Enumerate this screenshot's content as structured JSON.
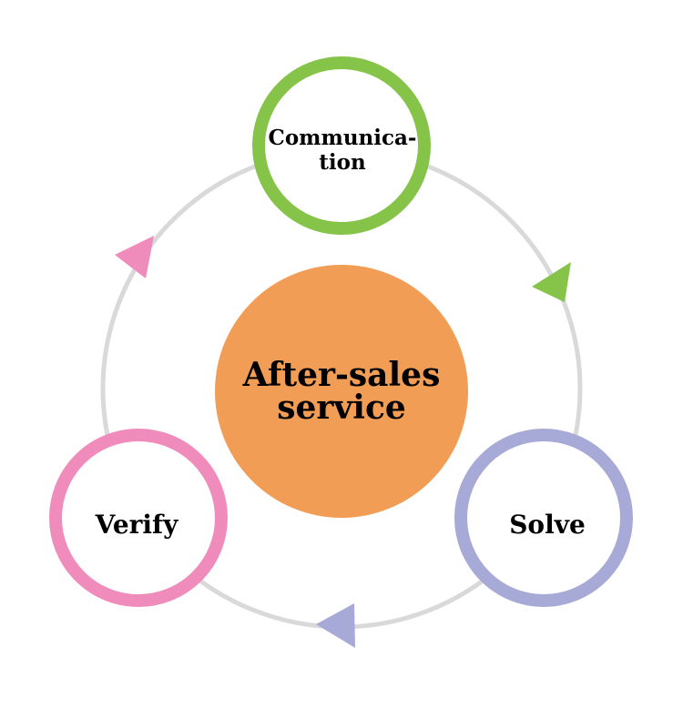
{
  "center": {
    "line1": "After-sales",
    "line2": "service",
    "color": "#f29d55"
  },
  "nodes": {
    "communication": {
      "line1": "Communica-",
      "line2": "tion",
      "color": "#86c349"
    },
    "solve": {
      "label": "Solve",
      "color": "#a7a9d6"
    },
    "verify": {
      "label": "Verify",
      "color": "#ef8cbb"
    }
  },
  "ring_color": "#d9d9d9"
}
